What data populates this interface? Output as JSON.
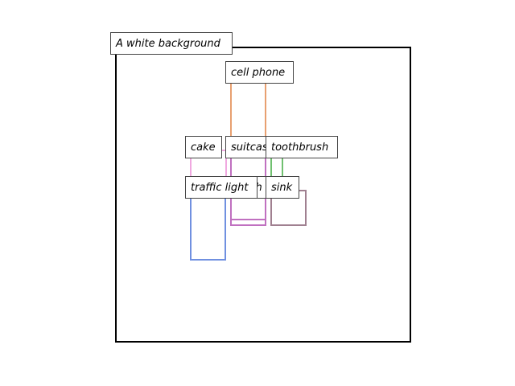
{
  "scene": {
    "caption": "A white background",
    "frame_color": "#000000"
  },
  "objects": [
    {
      "label": "cell phone",
      "color": "#e8a070"
    },
    {
      "label": "cake",
      "color": "#f0a8e0"
    },
    {
      "label": "suitcase",
      "color": "#c070c0"
    },
    {
      "label": "toothbrush",
      "color": "#70c070"
    },
    {
      "label": "traffic light",
      "color": "#7090e0"
    },
    {
      "label": "couch",
      "color": "#c070c0"
    },
    {
      "label": "sink",
      "color": "#a08090"
    }
  ]
}
